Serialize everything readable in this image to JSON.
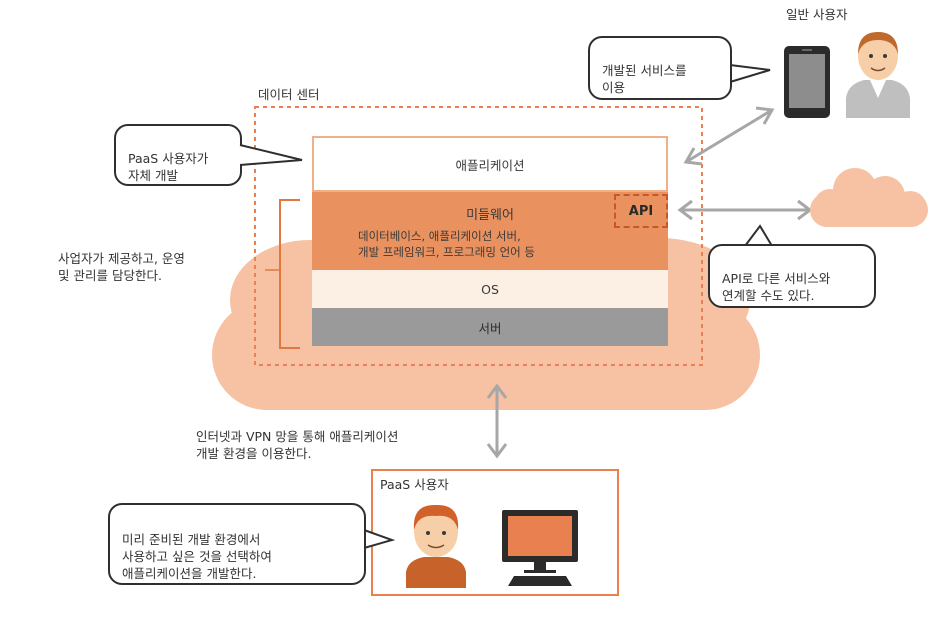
{
  "colors": {
    "cloud": "#f7c1a3",
    "cloud_light": "#fbd3bd",
    "accent_orange": "#e8804f",
    "middleware": "#e9915f",
    "os": "#fcefe4",
    "server": "#9a9a9a",
    "bubble_border": "#2f2f2f",
    "arrow": "#a7a7a7"
  },
  "labels": {
    "data_center": "데이터 센터",
    "general_user": "일반 사용자",
    "paas_user": "PaaS 사용자",
    "provider_text": "사업자가 제공하고, 운영\n및 관리를 담당한다.",
    "network_text": "인터넷과 VPN 망을 통해 애플리케이션\n개발 환경을 이용한다."
  },
  "stack": {
    "application": "애플리케이션",
    "middleware_title": "미들웨어",
    "middleware_detail": "데이터베이스, 애플리케이션 서버,\n개발 프레임워크, 프로그래밍 언어 등",
    "api": "API",
    "os": "OS",
    "server": "서버"
  },
  "bubbles": {
    "service_use": "개발된 서비스를\n이용",
    "paas_self_dev": "PaaS 사용자가\n자체 개발",
    "api_link": "API로 다른 서비스와\n연계할 수도 있다.",
    "prepared_env": "미리 준비된 개발 환경에서\n사용하고 싶은 것을 선택하여\n애플리케이션을 개발한다."
  },
  "icons": [
    "smartphone-icon",
    "user-man-icon",
    "cloud-icon",
    "user-developer-icon",
    "computer-monitor-icon",
    "keyboard-icon"
  ]
}
